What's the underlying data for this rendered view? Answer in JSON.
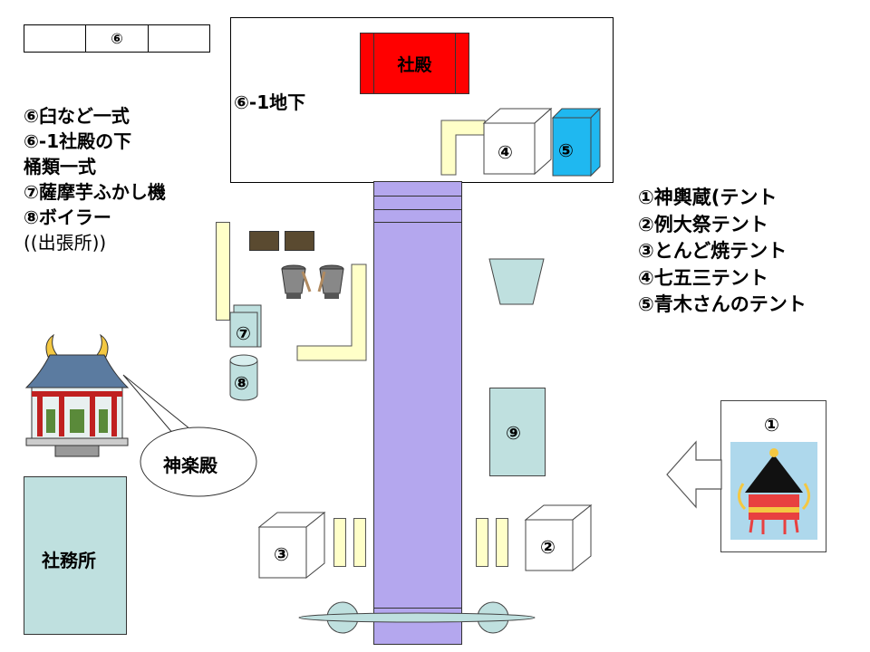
{
  "top_left_box": {
    "cells": [
      "",
      "⑥",
      ""
    ]
  },
  "main_shrine": {
    "label": "社殿",
    "basement_label": "⑥-1地下"
  },
  "tents_top": {
    "tent_4": "④",
    "tent_5": "⑤"
  },
  "legend_left": {
    "lines": [
      "⑥臼など一式",
      "⑥-1社殿の下",
      "桶類一式",
      "⑦薩摩芋ふかし機",
      "⑧ボイラー",
      "((出張所))"
    ]
  },
  "legend_right": {
    "lines": [
      "①神輿蔵(テント",
      "②例大祭テント",
      "③とんど焼テント",
      "④七五三テント",
      "⑤青木さんのテント"
    ]
  },
  "markers": {
    "m7": "⑦",
    "m8": "⑧",
    "m9": "⑨",
    "m1": "①",
    "m2": "②",
    "m3": "③"
  },
  "kagura_callout": "神楽殿",
  "office_label": "社務所",
  "colors": {
    "shrine_red": "#ff0000",
    "path_lavender": "#b4a7ee",
    "tent_blue": "#1fb8f0",
    "light_teal": "#bfe0df",
    "pale_yellow": "#ffffc8",
    "dark_brown": "#5a4a30"
  }
}
